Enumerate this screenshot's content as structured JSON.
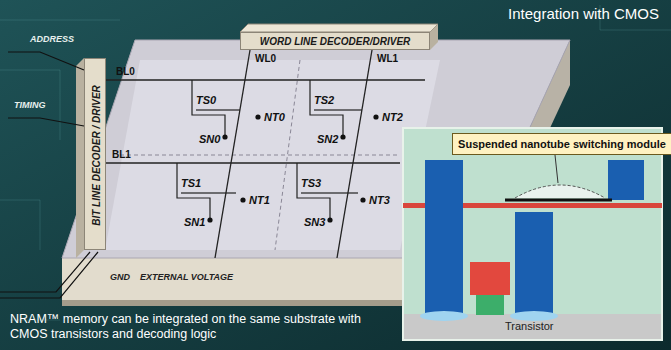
{
  "diagram": {
    "title": "Integration with CMOS",
    "caption": "NRAM™ memory can be integrated on the same substrate with CMOS transistors and decoding logic",
    "nodes": [
      {
        "text": [
          "WORD LINE DECODER/DRIVER"
        ]
      },
      {
        "text": [
          "BIT LINE DECODER / DRIVER"
        ]
      },
      {
        "text": [
          "Suspended nanotube switching module"
        ]
      }
    ],
    "labels": [
      "ADDRESS",
      "TIMING",
      "GND",
      "EXTERNAL VOLTAGE",
      "BL0",
      "BL1",
      "WL0",
      "WL1",
      "TS0",
      "NT0",
      "SN0",
      "TS2",
      "NT2",
      "SN2",
      "TS1",
      "NT1",
      "SN1",
      "TS3",
      "NT3",
      "SN3",
      "Transistor"
    ]
  }
}
